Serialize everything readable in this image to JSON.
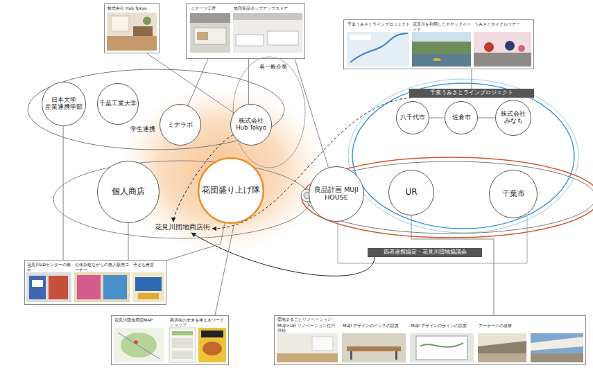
{
  "diagram": {
    "nodes": [
      {
        "text": [
          "株式会社 Hub Tokyo"
        ]
      },
      {
        "text": [
          "ミナーツ工房",
          "無印良品ポップアップストア"
        ]
      },
      {
        "text": [
          "千葉うみさとラインプロジェクト",
          "花見川を利用したカヤックイベント",
          "うみさとサイクルツアー"
        ]
      },
      {
        "text": [
          "日本大学 産業連携学部"
        ]
      },
      {
        "text": [
          "千葉工業大学"
        ]
      },
      {
        "text": [
          "ミナラボ"
        ]
      },
      {
        "text": [
          "株式会社 Hub Tokyo"
        ]
      },
      {
        "text": [
          "個人商店"
        ]
      },
      {
        "text": [
          "花団盛り上げ隊"
        ]
      },
      {
        "text": [
          "良品計画 MUJI HOUSE"
        ]
      },
      {
        "text": [
          "UR"
        ]
      },
      {
        "text": [
          "千葉市"
        ]
      },
      {
        "text": [
          "千葉うみさとラインプロジェクト"
        ]
      },
      {
        "text": [
          "八千代市"
        ]
      },
      {
        "text": [
          "佐倉市"
        ]
      },
      {
        "text": [
          "株式会社 みなも"
        ]
      },
      {
        "text": [
          "四者連携協定・花見川団地協議会"
        ]
      },
      {
        "text": [
          "花見川団地商店街"
        ]
      },
      {
        "text": [
          "花見川UDセンターの展示",
          "お休み処ながらの無人販売コーナー",
          "子ども食堂"
        ]
      },
      {
        "text": [
          "花見川団地周辺MAP",
          "商店街の未来を考えるワークショップ"
        ]
      },
      {
        "text": [
          "団地まるごとリノベーション",
          "MUJI×UR リノベーション住戸供給",
          "MUJI デザインのベンチの設置",
          "MUJI デザインのサインの設置",
          "アーケードの改修"
        ]
      }
    ],
    "edges": [
      {
        "from": 6,
        "to": 17,
        "arrow": "to"
      },
      {
        "from": 12,
        "to": 17,
        "arrow": "to"
      },
      {
        "from": 16,
        "to": 17,
        "arrow": "to"
      },
      {
        "from": 0,
        "to": 6,
        "arrow": "none"
      },
      {
        "from": 6,
        "to": 1,
        "arrow": "none"
      },
      {
        "from": 9,
        "to": 1,
        "arrow": "none"
      },
      {
        "from": 12,
        "to": 2,
        "arrow": "none"
      },
      {
        "from": 7,
        "to": 18,
        "arrow": "none"
      },
      {
        "from": 8,
        "to": 18,
        "arrow": "none"
      },
      {
        "from": 8,
        "to": 19,
        "arrow": "none"
      },
      {
        "from": 10,
        "to": 20,
        "arrow": "none"
      },
      {
        "from": 3,
        "to": 18,
        "arrow": "none"
      },
      {
        "from": 13,
        "to": 14,
        "arrow": "none"
      },
      {
        "from": 14,
        "to": 15,
        "arrow": "none"
      },
      {
        "from": 5,
        "to": 1,
        "arrow": "none"
      }
    ],
    "labels": [
      "学生連携",
      "各一般企業"
    ]
  }
}
